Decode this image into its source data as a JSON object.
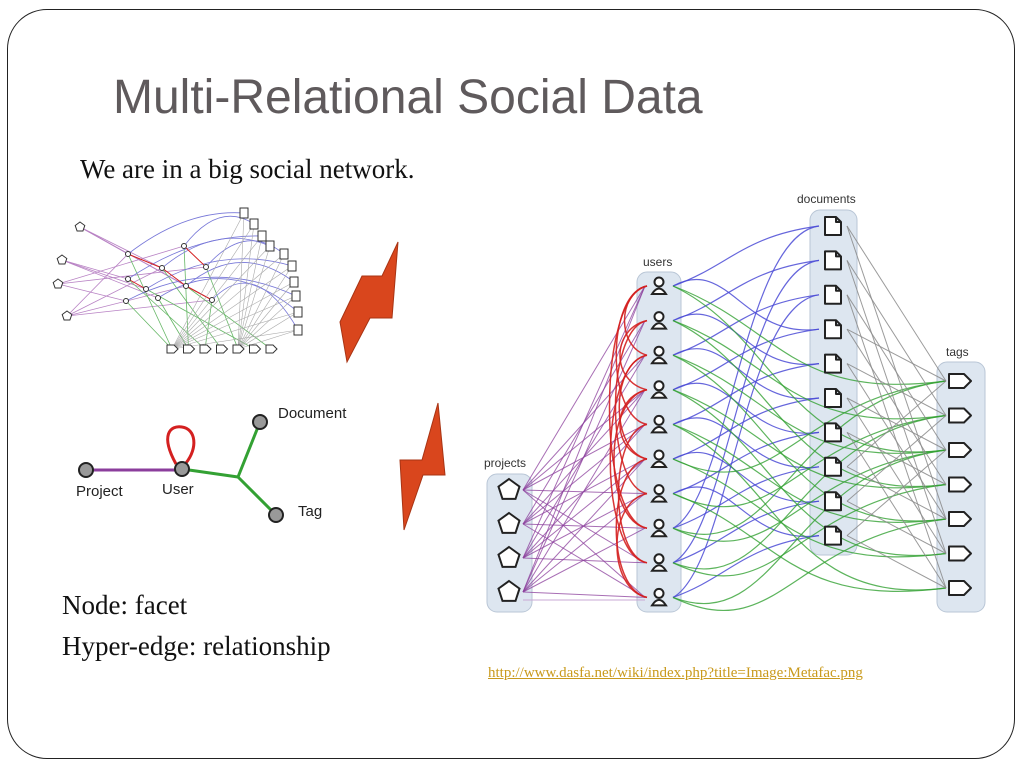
{
  "slide": {
    "title": "Multi-Relational Social Data",
    "subtitle": "We are in a big social network.",
    "caption_node": "Node: facet",
    "caption_hyperedge": "Hyper-edge: relationship",
    "source_url": "http://www.dasfa.net/wiki/index.php?title=Image:Metafac.png"
  },
  "schema_diagram": {
    "nodes": {
      "project": "Project",
      "user": "User",
      "document": "Document",
      "tag": "Tag"
    }
  },
  "network_diagram": {
    "column_labels": {
      "projects": "projects",
      "users": "users",
      "documents": "documents",
      "tags": "tags"
    },
    "counts": {
      "projects": 4,
      "users": 10,
      "documents": 10,
      "tags": 7
    }
  },
  "colors": {
    "title": "#5f5a5c",
    "arrow": "#d9461d",
    "link": "#c99a1c",
    "project_user_edge": "#8b3e9c",
    "user_user_edge": "#d42020",
    "user_document_edge": "#4b4bd6",
    "user_tag_edge": "#33a133",
    "document_tag_edge": "#8a8a8a",
    "column_fill": "#dde6f0"
  }
}
